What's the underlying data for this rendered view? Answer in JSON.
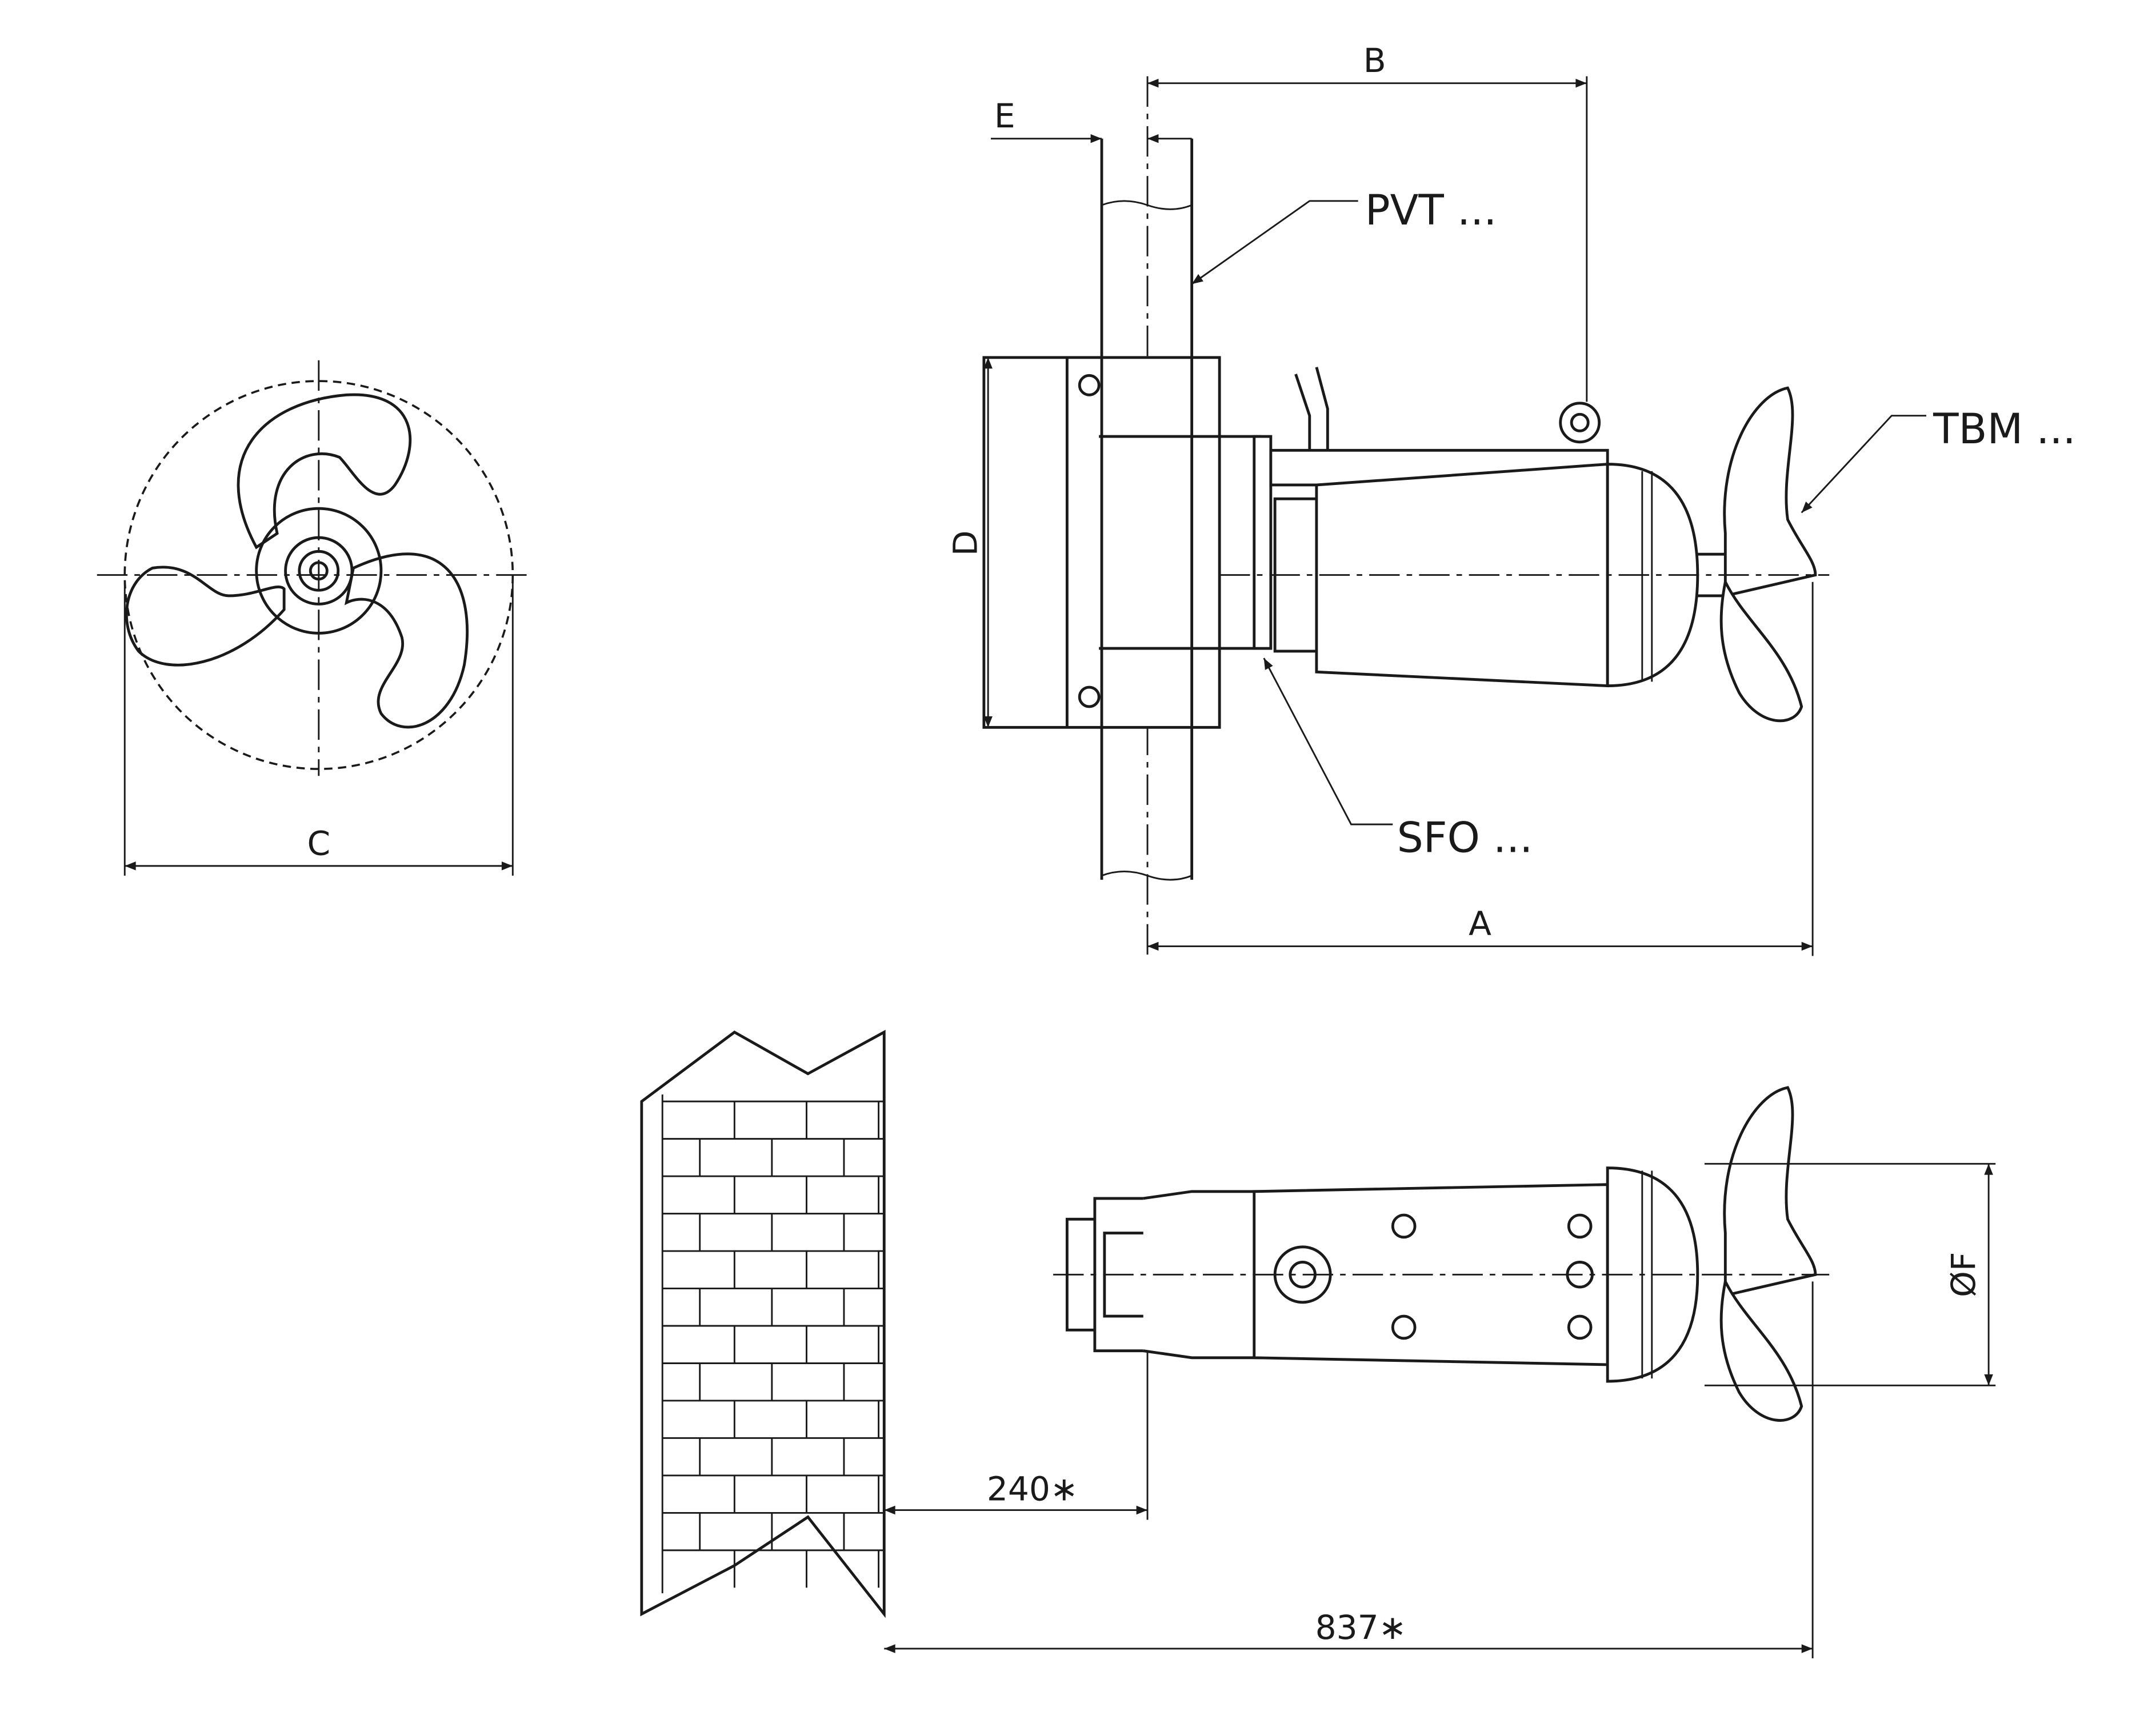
{
  "title": "Submersible mixer installation dimensions drawing",
  "views": {
    "front": {
      "dimension_c": "C"
    },
    "side": {
      "dimension_a": "A",
      "dimension_b": "B",
      "dimension_d": "D",
      "dimension_e": "E",
      "callout_pvt": "PVT ...",
      "callout_tbm": "TBM ...",
      "callout_sfo": "SFO ..."
    },
    "top": {
      "dimension_240": "240∗",
      "dimension_837": "837∗",
      "dimension_f": "ØF"
    }
  }
}
